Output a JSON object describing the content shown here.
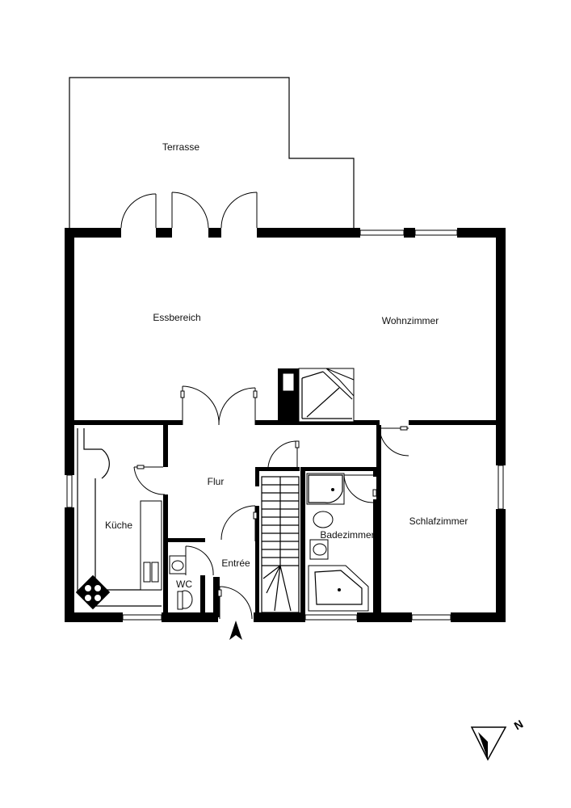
{
  "rooms": {
    "terrasse": "Terrasse",
    "essbereich": "Essbereich",
    "wohnzimmer": "Wohnzimmer",
    "kueche": "Küche",
    "flur": "Flur",
    "badezimmer": "Badezimmer",
    "schlafzimmer": "Schlafzimmer",
    "entree": "Entrée",
    "wc": "WC"
  },
  "compass": {
    "north_label": "N"
  }
}
